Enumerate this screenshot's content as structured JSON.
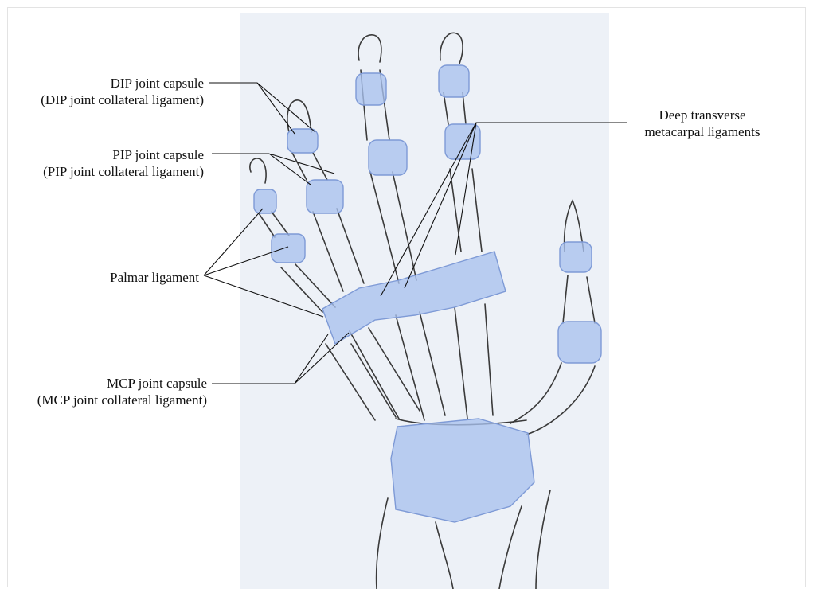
{
  "labels": {
    "dip": {
      "line1": "DIP joint capsule",
      "line2": "(DIP joint collateral ligament)"
    },
    "pip": {
      "line1": "PIP joint capsule",
      "line2": "(PIP joint collateral ligament)"
    },
    "palmar": {
      "line1": "Palmar ligament"
    },
    "mcp": {
      "line1": "MCP joint capsule",
      "line2": "(MCP joint collateral ligament)"
    },
    "deep": {
      "line1": "Deep transverse",
      "line2": "metacarpal ligaments"
    }
  },
  "colors": {
    "paper": "#edf1f7",
    "ligament": "#a9c2ee",
    "ligament_edge": "#7e9ad6",
    "bone_outline": "#3a3a3a",
    "leader": "#111111"
  }
}
